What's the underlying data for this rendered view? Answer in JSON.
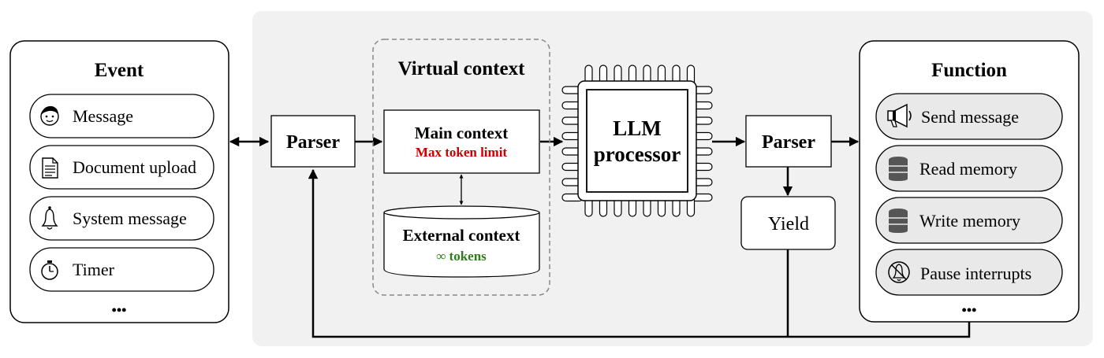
{
  "event": {
    "title": "Event",
    "items": [
      {
        "label": "Message",
        "icon": "face-icon"
      },
      {
        "label": "Document upload",
        "icon": "document-icon"
      },
      {
        "label": "System message",
        "icon": "bell-icon"
      },
      {
        "label": "Timer",
        "icon": "stopwatch-icon"
      }
    ],
    "more": "•••"
  },
  "parser_in": {
    "label": "Parser"
  },
  "virtual_context": {
    "title": "Virtual context",
    "main": {
      "title": "Main context",
      "sub": "Max token limit",
      "sub_color": "#cc0000"
    },
    "external": {
      "title": "External context",
      "sub": "∞ tokens",
      "sub_color": "#2e7d1a"
    }
  },
  "llm": {
    "line1": "LLM",
    "line2": "processor"
  },
  "parser_out": {
    "label": "Parser"
  },
  "yield": {
    "label": "Yield"
  },
  "function": {
    "title": "Function",
    "items": [
      {
        "label": "Send message",
        "icon": "megaphone-icon"
      },
      {
        "label": "Read memory",
        "icon": "database-icon"
      },
      {
        "label": "Write memory",
        "icon": "database-icon"
      },
      {
        "label": "Pause interrupts",
        "icon": "bell-off-icon"
      }
    ],
    "more": "•••"
  }
}
